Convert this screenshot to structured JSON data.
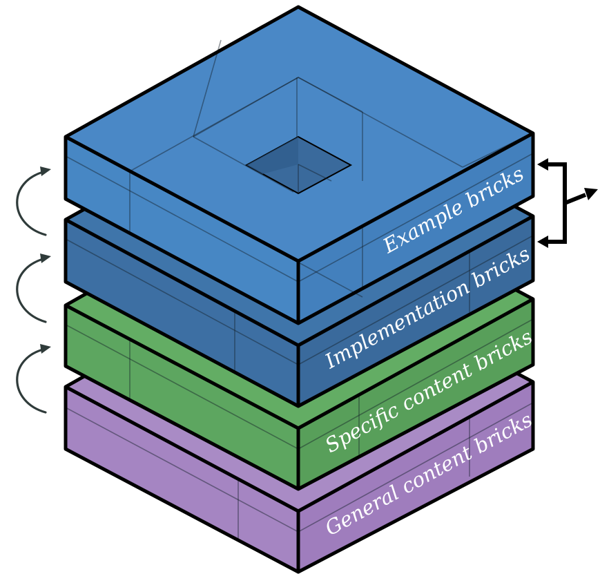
{
  "diagram": {
    "layers": [
      {
        "id": "general",
        "label": "General content bricks",
        "color_top": "#a98bc5",
        "color_front": "#a585c2",
        "color_side": "#9f7dbd"
      },
      {
        "id": "specific",
        "label": "Specific content bricks",
        "color_top": "#63ad64",
        "color_front": "#5da660",
        "color_side": "#589f5a"
      },
      {
        "id": "implementation",
        "label": "Implementation bricks",
        "color_top": "#3f75aa",
        "color_front": "#3d6fa3",
        "color_side": "#3a6a9c"
      },
      {
        "id": "example",
        "label": "Example bricks",
        "color_top": "#4a88c6",
        "color_front": "#4787c4",
        "color_side": "#4380bd"
      }
    ],
    "icons": {
      "cycle_arrows": "curved-arrow-icon",
      "bracket_arrow": "bracket-arrow-icon"
    }
  }
}
